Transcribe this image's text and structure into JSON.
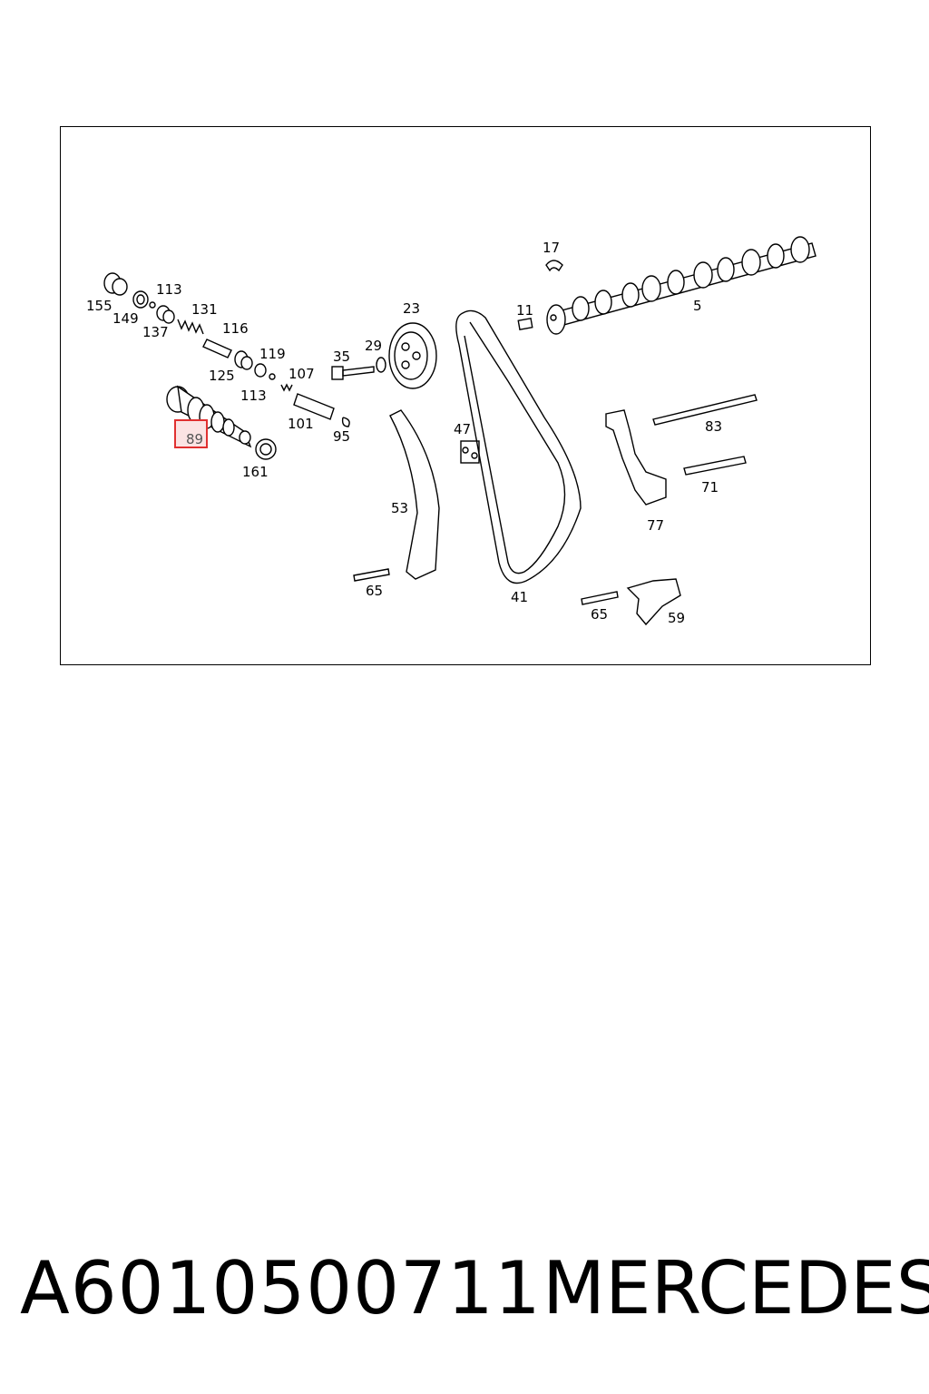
{
  "diagram": {
    "labels": [
      "17",
      "5",
      "11",
      "23",
      "155",
      "113",
      "131",
      "149",
      "137",
      "116",
      "125",
      "119",
      "113",
      "107",
      "35",
      "29",
      "101",
      "95",
      "89",
      "161",
      "47",
      "83",
      "71",
      "53",
      "77",
      "65",
      "41",
      "65",
      "59"
    ],
    "highlighted_label": "89",
    "highlight_color": "#e03030",
    "highlight_fill": "#fbe3e3"
  },
  "footer": {
    "part_number": "A6010500711",
    "brand": "MERCEDES"
  }
}
